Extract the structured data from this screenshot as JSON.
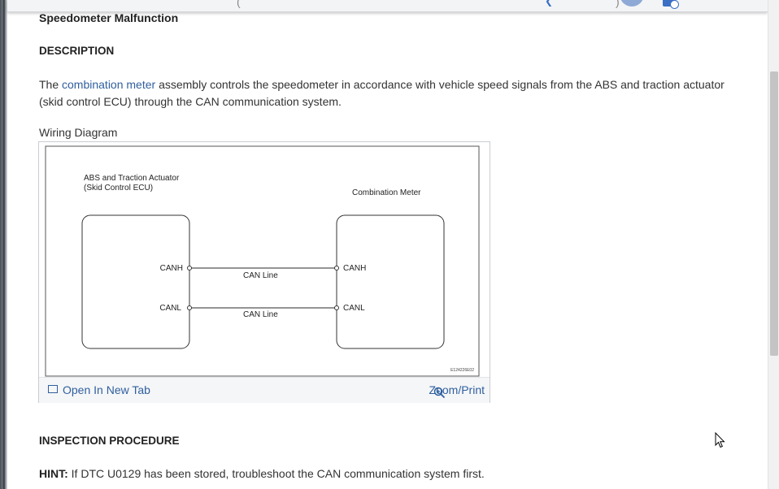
{
  "page": {
    "title": "Speedometer Malfunction",
    "description_heading": "DESCRIPTION",
    "description_pre": "The ",
    "description_link": "combination meter",
    "description_post": " assembly controls the speedometer in accordance with vehicle speed signals from the ABS and traction actuator (skid control ECU) through the CAN communication system.",
    "wiring_label": "Wiring Diagram",
    "inspection_heading": "INSPECTION PROCEDURE",
    "hint_label": "HINT:",
    "hint_text": " If DTC U0129 has been stored, troubleshoot the CAN communication system first."
  },
  "diagram": {
    "left_title_1": "ABS and Traction Actuator",
    "left_title_2": "(Skid Control ECU)",
    "right_title": "Combination Meter",
    "canh_left": "CANH",
    "canl_left": "CANL",
    "canh_right": "CANH",
    "canl_right": "CANL",
    "line1": "CAN Line",
    "line2": "CAN Line",
    "figure_code": "E124226E02"
  },
  "figure_footer": {
    "open_new_tab": "Open In New Tab",
    "zoom_print": "Zoom/Print"
  },
  "top_bar": {
    "paren_text": "(",
    "paren_text_2": ")"
  },
  "icons": {
    "open_tab": "open-in-new-tab-icon",
    "zoom": "zoom-in-icon",
    "cursor": "mouse-pointer-icon"
  },
  "colors": {
    "link": "#2f5f9e",
    "avatar": "#8fa9d6"
  }
}
